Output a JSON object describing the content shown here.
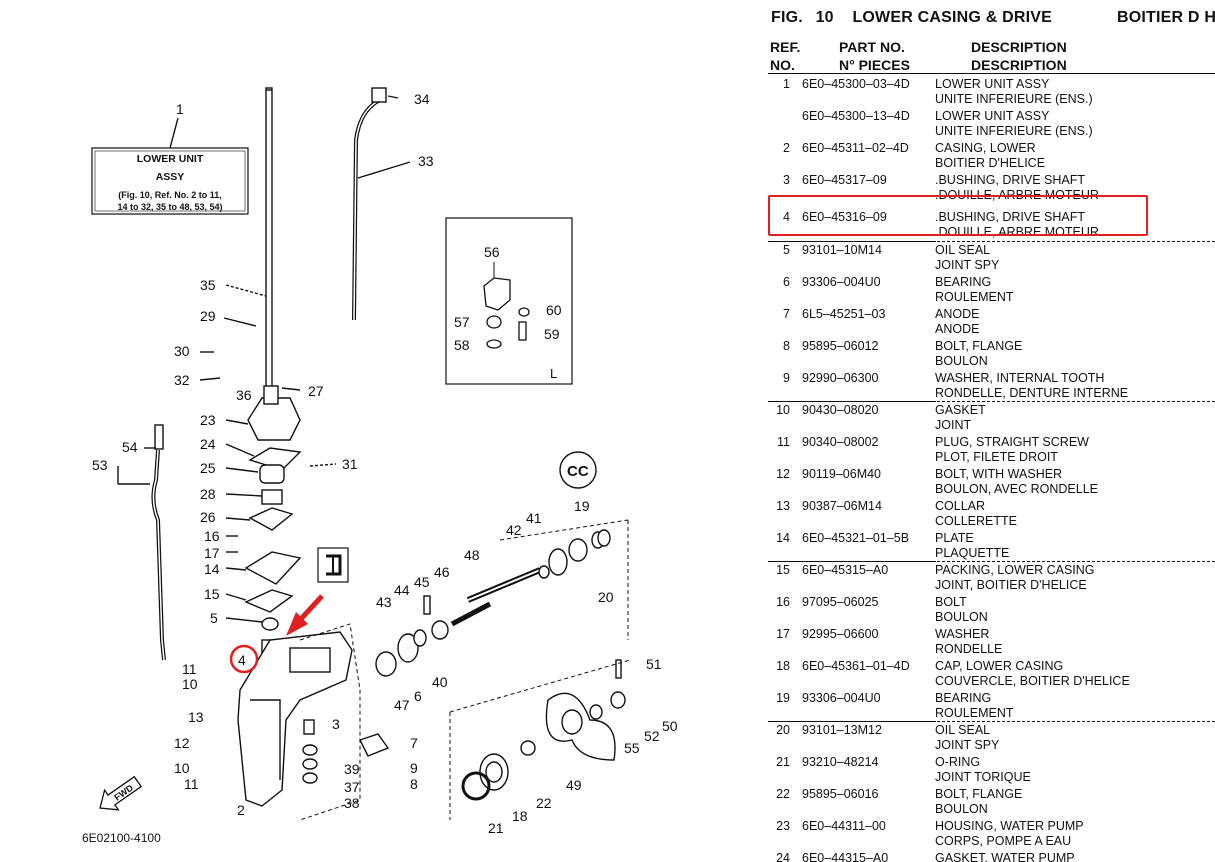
{
  "figure": {
    "title_prefix": "FIG.",
    "number": "10",
    "title_en": "LOWER CASING & DRIVE",
    "title_fr": "BOITIER D H"
  },
  "columns": {
    "ref_line1": "REF.",
    "ref_line2": "NO.",
    "part_line1": "PART NO.",
    "part_line2": "N° PIECES",
    "desc_line1": "DESCRIPTION",
    "desc_line2": "DESCRIPTION"
  },
  "parts": [
    {
      "ref": "1",
      "part_no": "6E0–45300–03–4D",
      "desc_en": "LOWER UNIT ASSY",
      "desc_fr": "UNITE INFERIEURE (ENS.)"
    },
    {
      "ref": "",
      "part_no": "6E0–45300–13–4D",
      "desc_en": "LOWER UNIT ASSY",
      "desc_fr": "UNITE INFERIEURE (ENS.)"
    },
    {
      "ref": "2",
      "part_no": "6E0–45311–02–4D",
      "desc_en": "CASING, LOWER",
      "desc_fr": "BOITIER D'HELICE"
    },
    {
      "ref": "3",
      "part_no": "6E0–45317–09",
      "desc_en": ".BUSHING, DRIVE SHAFT",
      "desc_fr": ".DOUILLE, ARBRE MOTEUR"
    },
    {
      "ref": "4",
      "part_no": "6E0–45316–09",
      "desc_en": ".BUSHING, DRIVE SHAFT",
      "desc_fr": ".DOUILLE, ARBRE MOTEUR"
    },
    {
      "ref": "5",
      "part_no": "93101–10M14",
      "desc_en": "OIL SEAL",
      "desc_fr": "JOINT SPY"
    },
    {
      "ref": "6",
      "part_no": "93306–004U0",
      "desc_en": "BEARING",
      "desc_fr": "ROULEMENT"
    },
    {
      "ref": "7",
      "part_no": "6L5–45251–03",
      "desc_en": "ANODE",
      "desc_fr": "ANODE"
    },
    {
      "ref": "8",
      "part_no": "95895–06012",
      "desc_en": "BOLT, FLANGE",
      "desc_fr": "BOULON"
    },
    {
      "ref": "9",
      "part_no": "92990–06300",
      "desc_en": "WASHER, INTERNAL TOOTH",
      "desc_fr": "RONDELLE, DENTURE INTERNE"
    },
    {
      "ref": "10",
      "part_no": "90430–08020",
      "desc_en": "GASKET",
      "desc_fr": "JOINT"
    },
    {
      "ref": "11",
      "part_no": "90340–08002",
      "desc_en": "PLUG, STRAIGHT SCREW",
      "desc_fr": "PLOT, FILETE DROIT"
    },
    {
      "ref": "12",
      "part_no": "90119–06M40",
      "desc_en": "BOLT, WITH WASHER",
      "desc_fr": "BOULON, AVEC RONDELLE"
    },
    {
      "ref": "13",
      "part_no": "90387–06M14",
      "desc_en": "COLLAR",
      "desc_fr": "COLLERETTE"
    },
    {
      "ref": "14",
      "part_no": "6E0–45321–01–5B",
      "desc_en": "PLATE",
      "desc_fr": "PLAQUETTE"
    },
    {
      "ref": "15",
      "part_no": "6E0–45315–A0",
      "desc_en": "PACKING, LOWER CASING",
      "desc_fr": "JOINT, BOITIER D'HELICE"
    },
    {
      "ref": "16",
      "part_no": "97095–06025",
      "desc_en": "BOLT",
      "desc_fr": "BOULON"
    },
    {
      "ref": "17",
      "part_no": "92995–06600",
      "desc_en": "WASHER",
      "desc_fr": "RONDELLE"
    },
    {
      "ref": "18",
      "part_no": "6E0–45361–01–4D",
      "desc_en": "CAP, LOWER CASING",
      "desc_fr": "COUVERCLE, BOITIER D'HELICE"
    },
    {
      "ref": "19",
      "part_no": "93306–004U0",
      "desc_en": "BEARING",
      "desc_fr": "ROULEMENT"
    },
    {
      "ref": "20",
      "part_no": "93101–13M12",
      "desc_en": "OIL SEAL",
      "desc_fr": "JOINT SPY"
    },
    {
      "ref": "21",
      "part_no": "93210–48214",
      "desc_en": "O-RING",
      "desc_fr": "JOINT TORIQUE"
    },
    {
      "ref": "22",
      "part_no": "95895–06016",
      "desc_en": "BOLT, FLANGE",
      "desc_fr": "BOULON"
    },
    {
      "ref": "23",
      "part_no": "6E0–44311–00",
      "desc_en": "HOUSING, WATER PUMP",
      "desc_fr": "CORPS, POMPE A EAU"
    },
    {
      "ref": "24",
      "part_no": "6E0–44315–A0",
      "desc_en": "GASKET, WATER PUMP",
      "desc_fr": ""
    }
  ],
  "diagram": {
    "assy_box": {
      "line1": "LOWER UNIT",
      "line2": "ASSY",
      "line3": "(Fig. 10, Ref. No. 2 to 11,",
      "line4": "14 to 32, 35 to 48, 53, 54)"
    },
    "drawing_code": "6E02100-4100",
    "fwd_label": "FWD",
    "inset_letter": "L",
    "highlight_color": "#e02020",
    "callouts": [
      "1",
      "2",
      "3",
      "4",
      "5",
      "6",
      "7",
      "8",
      "9",
      "10",
      "10",
      "11",
      "11",
      "12",
      "13",
      "14",
      "15",
      "16",
      "17",
      "18",
      "19",
      "20",
      "21",
      "22",
      "23",
      "24",
      "25",
      "26",
      "27",
      "28",
      "29",
      "30",
      "31",
      "32",
      "33",
      "34",
      "35",
      "36",
      "37",
      "38",
      "39",
      "40",
      "41",
      "42",
      "43",
      "44",
      "45",
      "46",
      "47",
      "48",
      "49",
      "50",
      "51",
      "52",
      "53",
      "54",
      "55",
      "56",
      "57",
      "58",
      "59",
      "60"
    ]
  }
}
